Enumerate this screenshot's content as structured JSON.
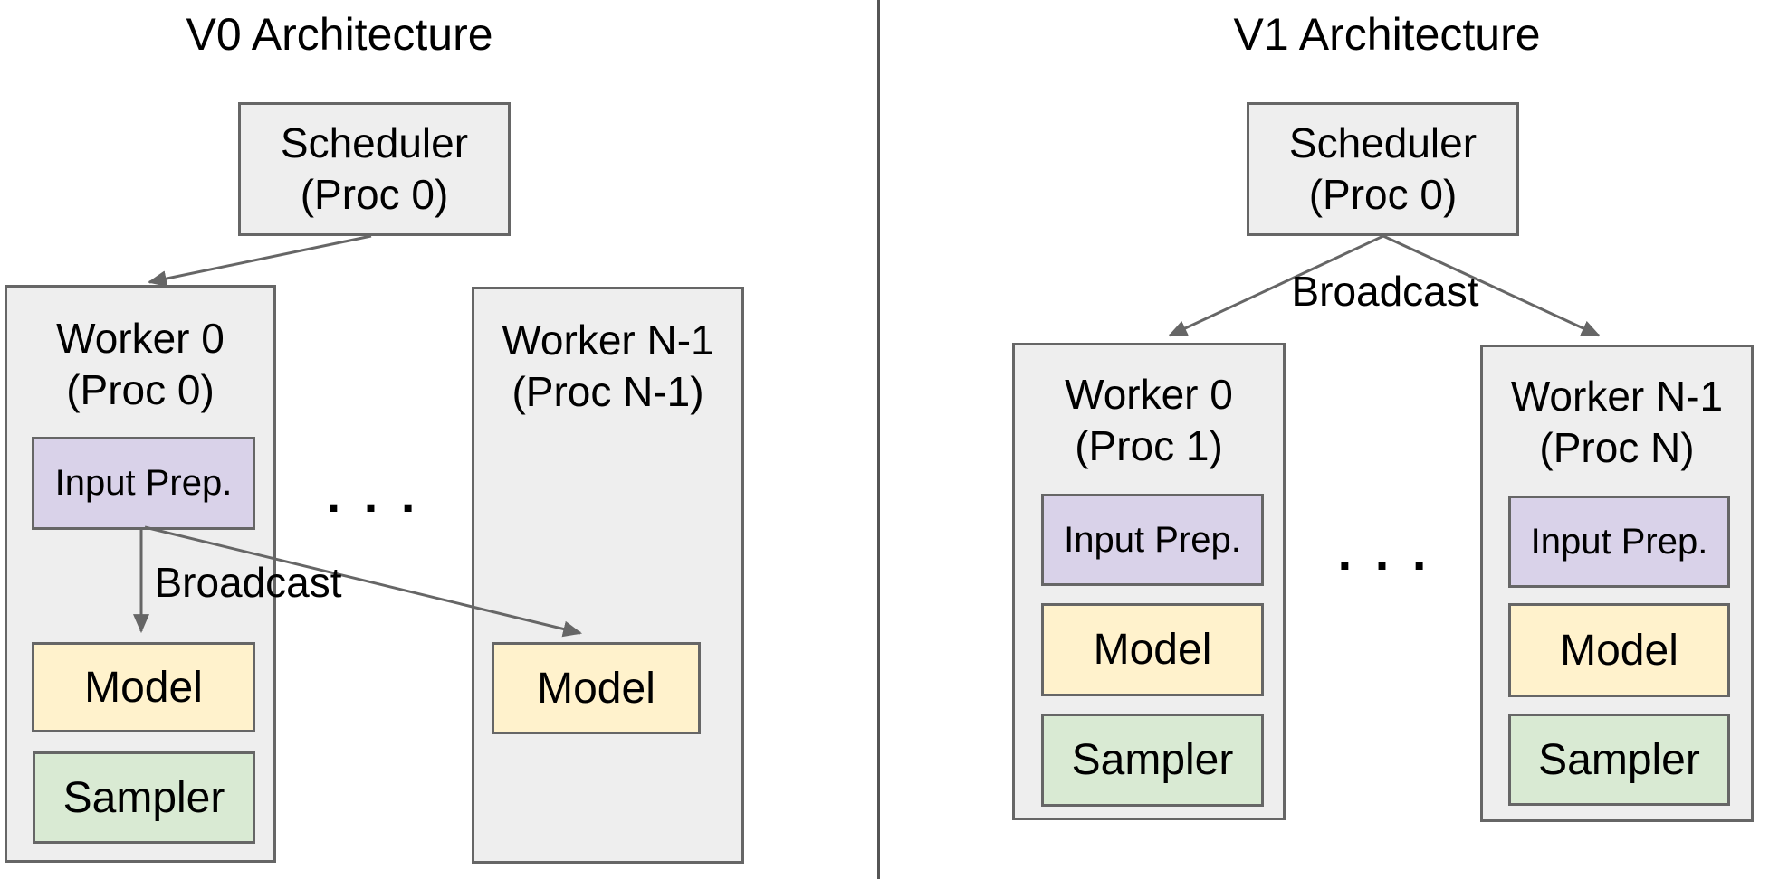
{
  "diagram": {
    "v0": {
      "title": "V0 Architecture",
      "scheduler": {
        "name": "Scheduler",
        "proc": "(Proc 0)"
      },
      "broadcast_label": "Broadcast",
      "ellipsis": ". . .",
      "worker0": {
        "name": "Worker 0",
        "proc": "(Proc 0)",
        "input_prep_label": "Input Prep.",
        "model_label": "Model",
        "sampler_label": "Sampler"
      },
      "workerN": {
        "name": "Worker N-1",
        "proc": "(Proc N-1)",
        "model_label": "Model"
      }
    },
    "v1": {
      "title": "V1 Architecture",
      "scheduler": {
        "name": "Scheduler",
        "proc": "(Proc 0)"
      },
      "broadcast_label": "Broadcast",
      "ellipsis": ". . .",
      "worker0": {
        "name": "Worker 0",
        "proc": "(Proc 1)",
        "input_prep_label": "Input Prep.",
        "model_label": "Model",
        "sampler_label": "Sampler"
      },
      "workerN": {
        "name": "Worker N-1",
        "proc": "(Proc N)",
        "input_prep_label": "Input Prep.",
        "model_label": "Model",
        "sampler_label": "Sampler"
      }
    },
    "colors": {
      "container_fill": "#eeeeee",
      "container_border": "#666666",
      "input_prep_fill": "#d9d2e9",
      "model_fill": "#fff2cc",
      "sampler_fill": "#d9ead3",
      "arrow": "#666666",
      "divider": "#555555",
      "text": "#000000"
    }
  }
}
